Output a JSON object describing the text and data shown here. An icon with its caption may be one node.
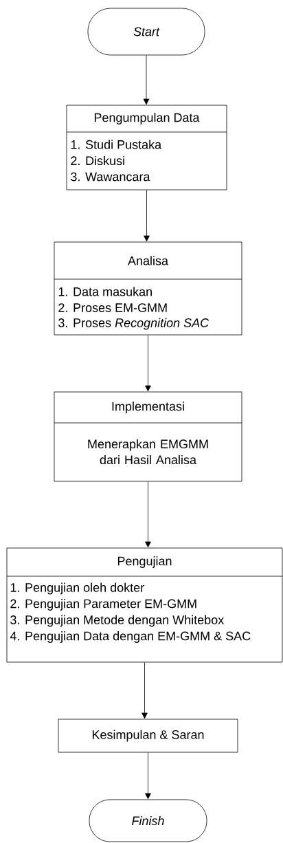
{
  "diagram": {
    "nodes": [
      {
        "text": [
          "Start"
        ]
      },
      {
        "text": [
          "Pengumpulan Data",
          "1. Studi Pustaka",
          "2. Diskusi",
          "3. Wawancara"
        ]
      },
      {
        "text": [
          "Analisa",
          "1. Data masukan",
          "2. Proses EM-GMM",
          "3. Proses *Recognition SAC*"
        ]
      },
      {
        "text": [
          "Implementasi",
          "Menerapkan EMGMM dari Hasil Analisa"
        ]
      },
      {
        "text": [
          "Pengujian",
          "1. Pengujian oleh dokter",
          "2. Pengujian Parameter EM-GMM",
          "3. Pengujian Metode  dengan Whitebox",
          "4. Pengujian Data dengan EM-GMM & SAC"
        ]
      },
      {
        "text": [
          "Kesimpulan & Saran"
        ]
      },
      {
        "text": [
          "Finish"
        ]
      }
    ],
    "edges": [
      {
        "from": 0,
        "to": 1,
        "arrow": "to"
      },
      {
        "from": 1,
        "to": 2,
        "arrow": "to"
      },
      {
        "from": 2,
        "to": 3,
        "arrow": "to"
      },
      {
        "from": 3,
        "to": 4,
        "arrow": "to"
      },
      {
        "from": 4,
        "to": 5,
        "arrow": "to"
      },
      {
        "from": 5,
        "to": 6,
        "arrow": "to"
      }
    ]
  }
}
